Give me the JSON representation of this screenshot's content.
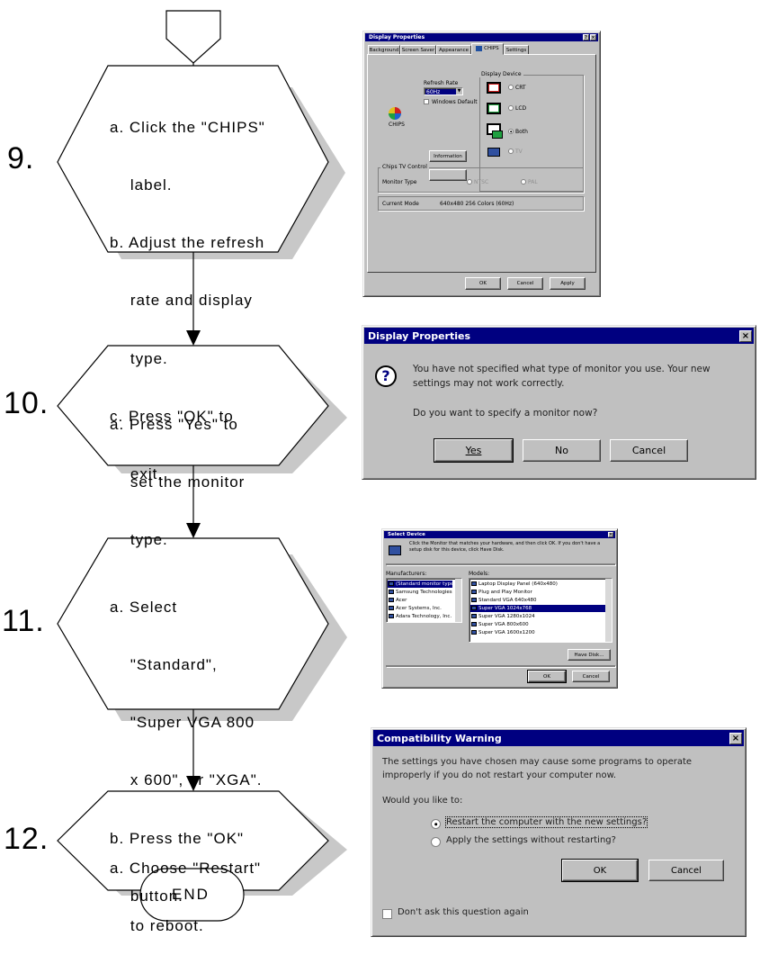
{
  "steps": [
    {
      "number": "9.",
      "lines": [
        "a. Click the \"CHIPS\"",
        "    label.",
        "b. Adjust the refresh",
        "    rate and display",
        "    type.",
        "c. Press \"OK\" to",
        "    exit."
      ]
    },
    {
      "number": "10.",
      "lines": [
        "a. Press \"Yes\" to",
        "    set the monitor",
        "    type."
      ]
    },
    {
      "number": "11.",
      "lines": [
        "a. Select",
        "    \"Standard\",",
        "    \"Super VGA 800",
        "    x 600\", or \"XGA\".",
        "b. Press the \"OK\"",
        "    button."
      ]
    },
    {
      "number": "12.",
      "lines": [
        "a. Choose \"Restart\"",
        "    to reboot."
      ]
    }
  ],
  "end_label": "END",
  "dialog_display_props": {
    "title": "Display Properties",
    "tabs": [
      "Background",
      "Screen Saver",
      "Appearance",
      "CHIPS",
      "Settings"
    ],
    "refresh_rate_label": "Refresh Rate",
    "refresh_rate_value": "60Hz",
    "windows_default_label": "Windows Default",
    "information_button": "Information",
    "display_device_label": "Display Device",
    "device_options": [
      "CRT",
      "LCD",
      "Both",
      "TV"
    ],
    "selected_device": "Both",
    "tv_group_label": "Chips TV Control",
    "monitor_type_label": "Monitor Type",
    "monitor_type_options": [
      "NTSC",
      "PAL"
    ],
    "current_mode_label": "Current Mode",
    "current_mode_value": "640x480 256 Colors (60Hz)",
    "buttons": [
      "OK",
      "Cancel",
      "Apply"
    ]
  },
  "dialog_monitor_prompt": {
    "title": "Display Properties",
    "message_line1": "You have not specified what type of monitor you use. Your new",
    "message_line2": "settings may not work correctly.",
    "question": "Do you want to specify a monitor now?",
    "buttons": [
      "Yes",
      "No",
      "Cancel"
    ]
  },
  "dialog_select_device": {
    "title": "Select Device",
    "instructions": "Click the Monitor that matches your hardware, and then click OK. If you don't have a setup disk for this device, click Have Disk.",
    "manufacturers_label": "Manufacturers:",
    "manufacturers": [
      "(Standard monitor types)",
      "Samsung Technologies",
      "Acer",
      "Acer Systems, Inc.",
      "Adara Technology, Inc."
    ],
    "models_label": "Models:",
    "models": [
      "Laptop Display Panel (640x480)",
      "Plug and Play Monitor",
      "Standard VGA 640x480",
      "Super VGA 1024x768",
      "Super VGA 1280x1024",
      "Super VGA 800x600",
      "Super VGA 1600x1200"
    ],
    "selected_model": "Super VGA 1024x768",
    "have_disk_button": "Have Disk...",
    "buttons": [
      "OK",
      "Cancel"
    ]
  },
  "dialog_compat_warning": {
    "title": "Compatibility Warning",
    "message_line1": "The settings you have chosen may cause some programs to operate",
    "message_line2": "improperly if you do not restart your computer now.",
    "question": "Would you like to:",
    "options": [
      "Restart the computer with the new settings?",
      "Apply the settings without restarting?"
    ],
    "selected_option": "Restart the computer with the new settings?",
    "buttons": [
      "OK",
      "Cancel"
    ],
    "dont_ask_label": "Don't ask this question again"
  },
  "colors": {
    "title_bar": "#000080",
    "dialog_face": "#c0c0c0",
    "shadow": "#c8c8c8",
    "line": "#000000"
  }
}
